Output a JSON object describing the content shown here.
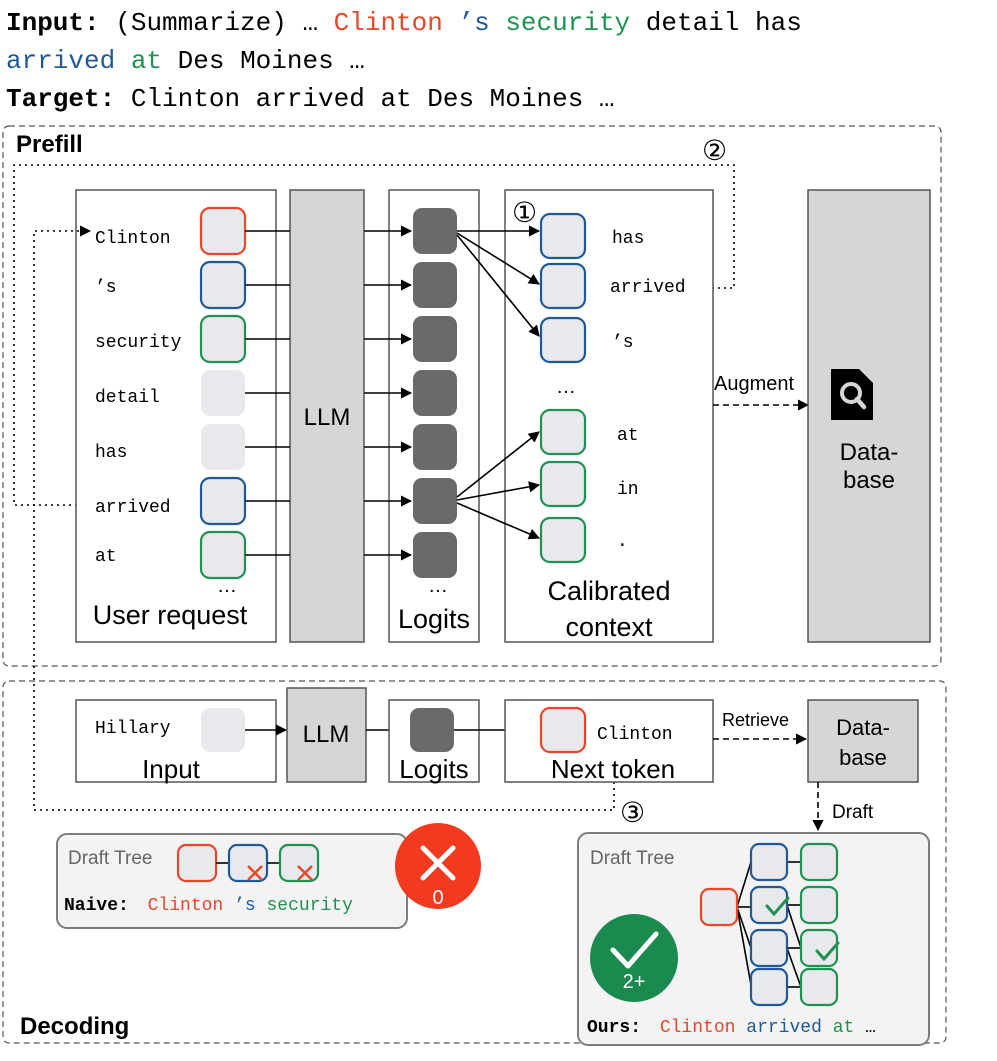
{
  "header": {
    "input_label": "Input:",
    "input_prefix": "(Summarize) … ",
    "input_clinton": "Clinton",
    "input_apos": "’s",
    "input_security": " security",
    "input_mid": " detail has",
    "input_line2_arrived": "arrived",
    "input_line2_at": " at",
    "input_line2_rest": " Des Moines …",
    "target_label": "Target:",
    "target_text": " Clinton arrived at Des Moines …"
  },
  "prefill": {
    "title": "Prefill",
    "step2": "②",
    "step1": "①",
    "tokens": [
      "Clinton",
      "’s",
      "security",
      "detail",
      "has",
      "arrived",
      "at"
    ],
    "tokens_ellipsis": "…",
    "user_request_label": "User request",
    "llm_label": "LLM",
    "logits_ellipsis": "…",
    "logits_label": "Logits",
    "calibrated_top": [
      "has",
      "arrived",
      "’s"
    ],
    "calibrated_ellipsis": "…",
    "calibrated_bottom": [
      "at",
      "in",
      "."
    ],
    "calibrated_label_1": "Calibrated",
    "calibrated_label_2": "context",
    "augment_label": "Augment",
    "database_label_1": "Data-",
    "database_label_2": "base"
  },
  "decoding": {
    "title": "Decoding",
    "input_token": "Hillary",
    "input_label": "Input",
    "llm_label": "LLM",
    "logits_label": "Logits",
    "next_token": "Clinton",
    "next_token_label": "Next token",
    "retrieve_label": "Retrieve",
    "database_label_1": "Data-",
    "database_label_2": "base",
    "draft_label": "Draft",
    "step3": "③",
    "naive_tree_title": "Draft Tree",
    "naive_label": "Naive:",
    "naive_clinton": "Clinton",
    "naive_apos": "’s",
    "naive_security": " security",
    "naive_score": "0",
    "ours_tree_title": "Draft Tree",
    "ours_label": "Ours:",
    "ours_clinton": "Clinton",
    "ours_arrived": " arrived",
    "ours_at": " at",
    "ours_ellipsis": " …",
    "ours_score": "2+"
  },
  "colors": {
    "red": "#e8462a",
    "blue": "#1f5a96",
    "green": "#1f9150",
    "gray_fill": "#e8e9ec",
    "dark_logit": "#6a6a6a",
    "panel_gray": "#d6d6d6"
  }
}
